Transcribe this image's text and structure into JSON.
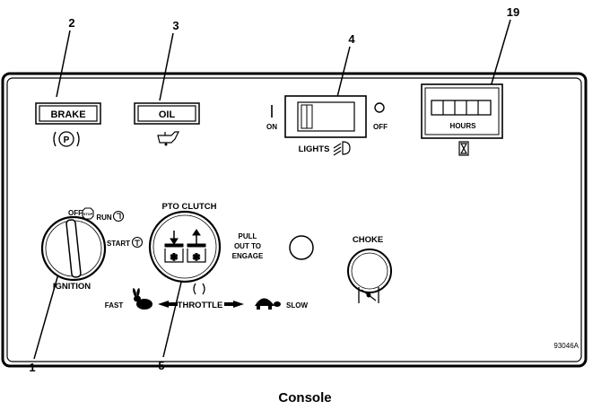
{
  "callouts": {
    "brake": "2",
    "oil": "3",
    "lights": "4",
    "hours": "19",
    "ignition": "1",
    "pto": "5"
  },
  "panel": {
    "brake_label": "BRAKE",
    "brake_symbol": "P",
    "oil_label": "OIL",
    "lights_on": "ON",
    "lights_off": "OFF",
    "lights_label": "LIGHTS",
    "hours_label": "HOURS",
    "pto_title": "PTO CLUTCH",
    "pto_pull": "PULL",
    "pto_out_to": "OUT TO",
    "pto_engage": "ENGAGE",
    "ignition_off": "OFF",
    "ignition_stop": "STOP",
    "ignition_run": "RUN",
    "ignition_start": "START",
    "ignition_label": "IGNITION",
    "choke_label": "CHOKE",
    "throttle_fast": "FAST",
    "throttle_label": "THROTTLE",
    "throttle_slow": "SLOW",
    "part_number": "93046A"
  },
  "caption": "Console"
}
